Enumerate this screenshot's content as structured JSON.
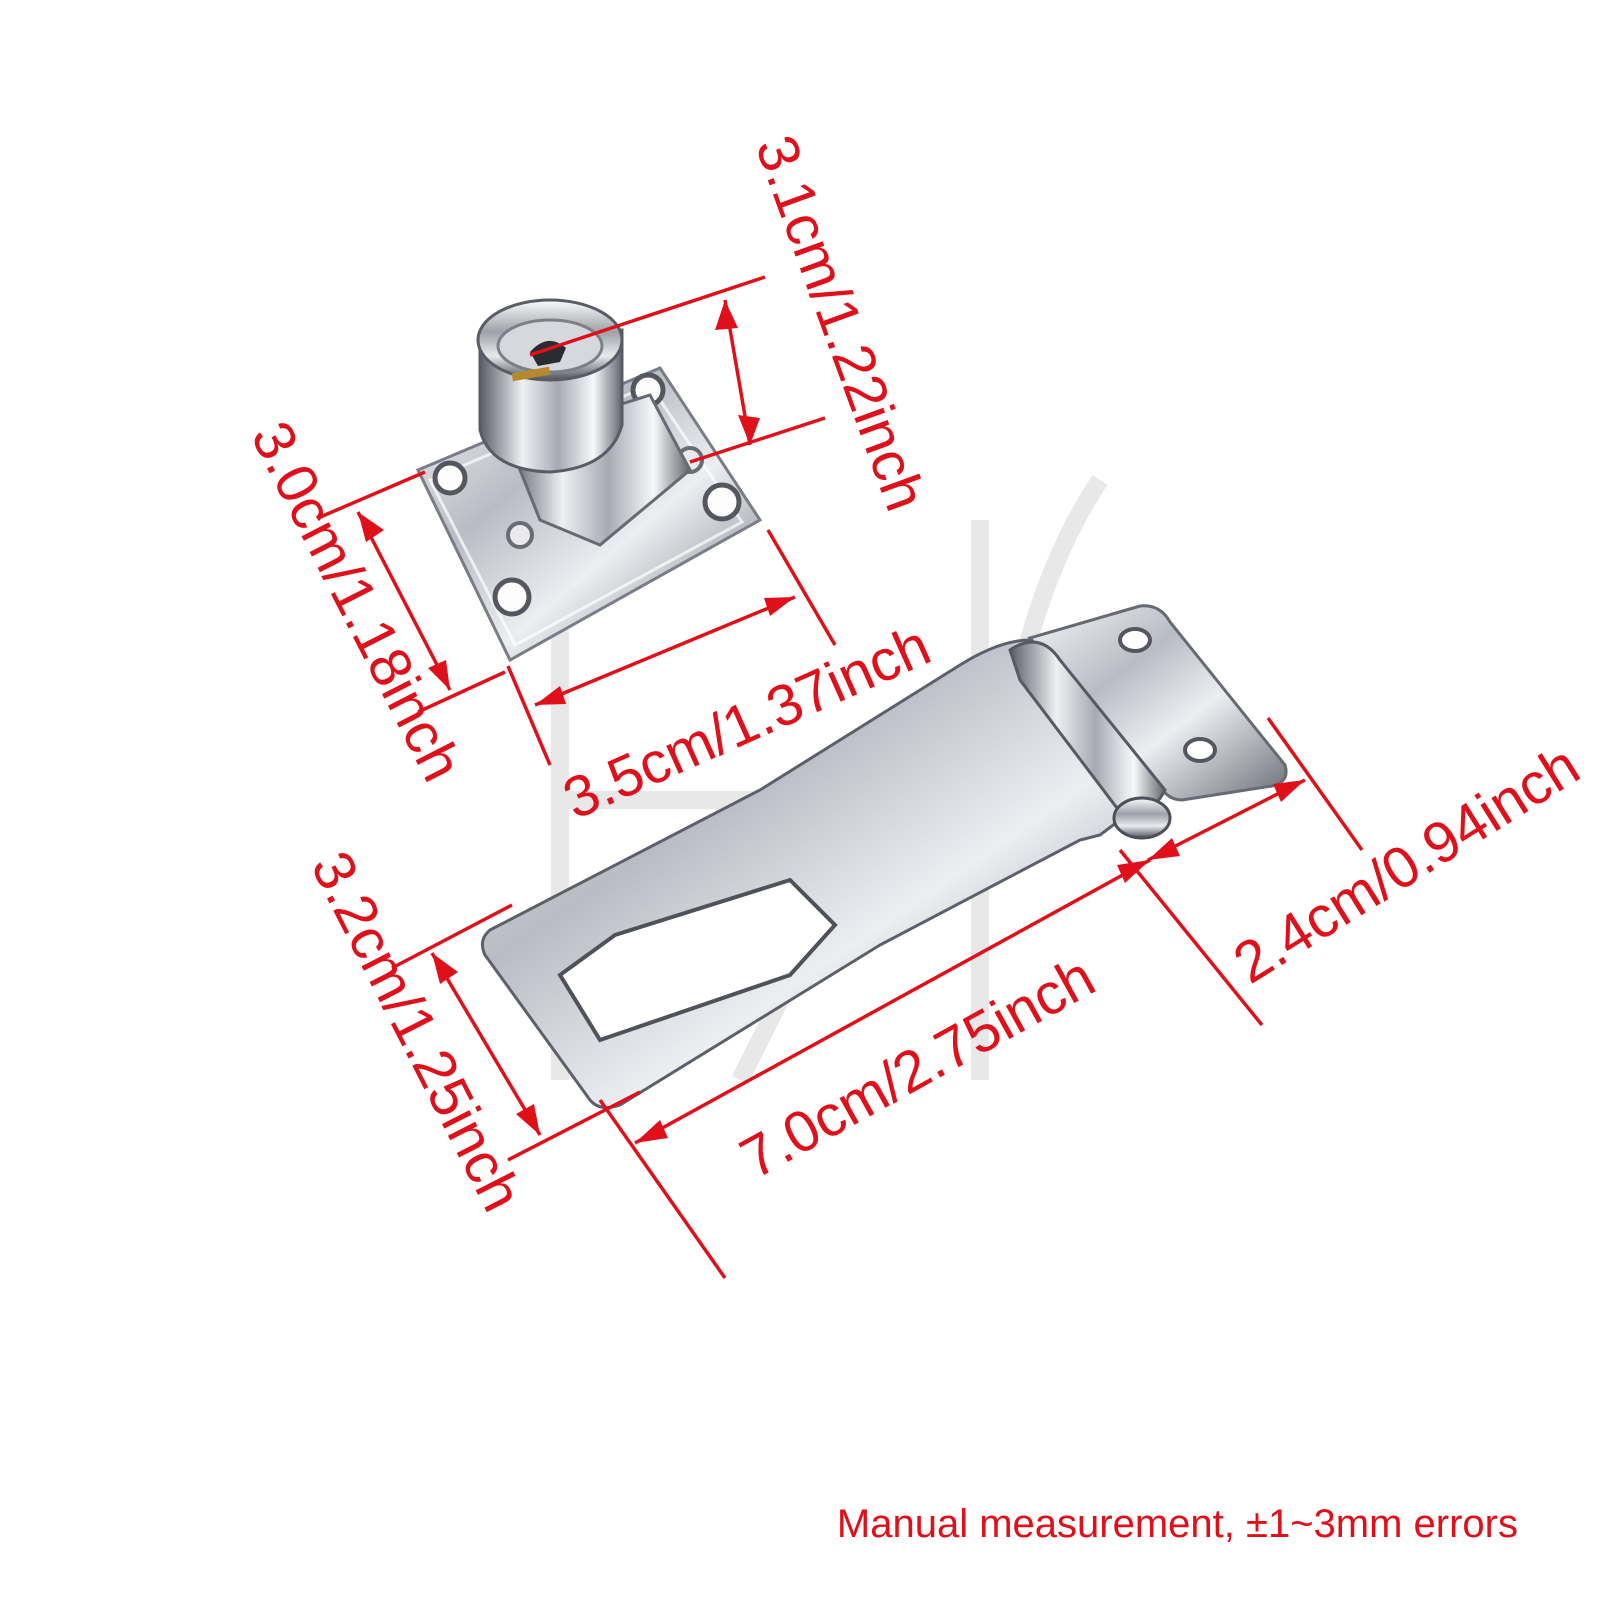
{
  "colors": {
    "annotation": "#e0101a",
    "background": "#ffffff",
    "chrome_light": "#f2f3f6",
    "chrome_dark": "#5e616b"
  },
  "product": {
    "lock": {
      "name_icon": "cam-lock-icon"
    },
    "hasp": {
      "name_icon": "hasp-plate-icon"
    }
  },
  "dimensions": {
    "lock_height": "3.1cm/1.22inch",
    "lock_base_depth": "3.0cm/1.18inch",
    "lock_base_width": "3.5cm/1.37inch",
    "hasp_width": "3.2cm/1.25inch",
    "hasp_length": "7.0cm/2.75inch",
    "hinge_width": "2.4cm/0.94inch"
  },
  "footer": {
    "note": "Manual measurement,  ±1~3mm errors"
  }
}
